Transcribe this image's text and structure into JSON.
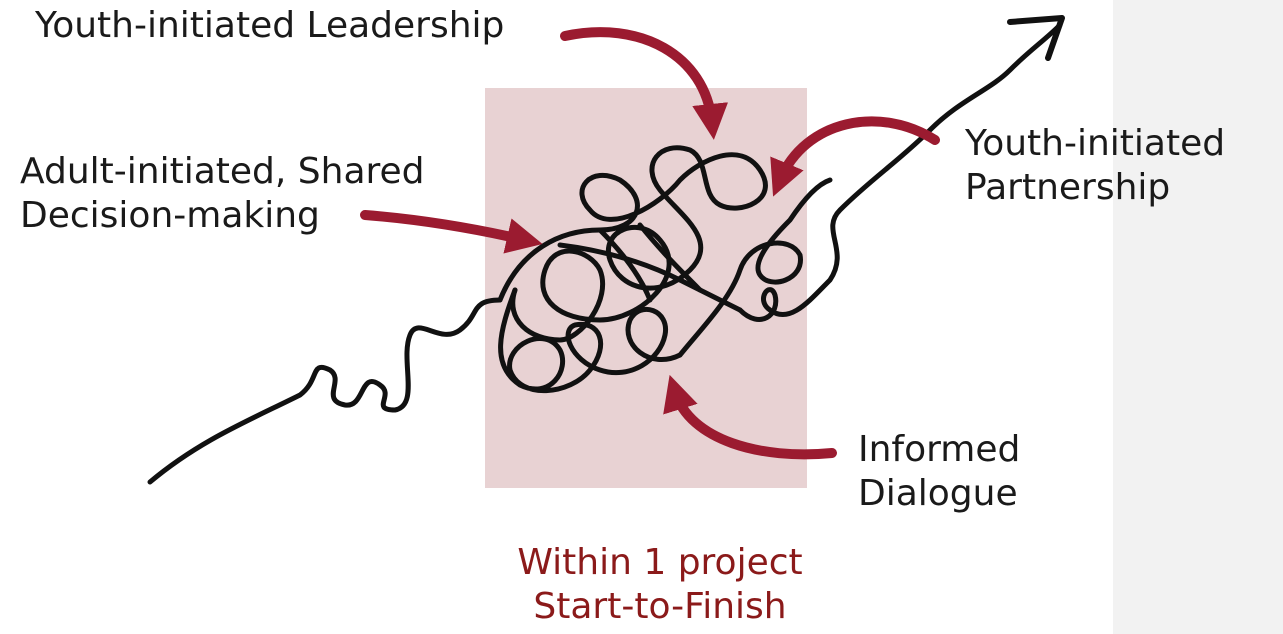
{
  "labels": {
    "youth_leadership": "Youth-initiated Leadership",
    "adult_shared": [
      "Adult-initiated, Shared",
      "Decision-making"
    ],
    "youth_partnership": [
      "Youth-initiated",
      "Partnership"
    ],
    "informed_dialogue": [
      "Informed",
      "Dialogue"
    ],
    "project_caption": [
      "Within 1 project",
      "Start-to-Finish"
    ]
  },
  "colors": {
    "arrow": "#9b1b30",
    "caption": "#8b1a1a",
    "highlight_box": "#e8d2d3",
    "side_panel": "#f2f2f2",
    "scribble": "#111111"
  },
  "icons": {
    "trajectory": "scribble-arrow-icon",
    "pointer": "curved-arrow-icon"
  }
}
